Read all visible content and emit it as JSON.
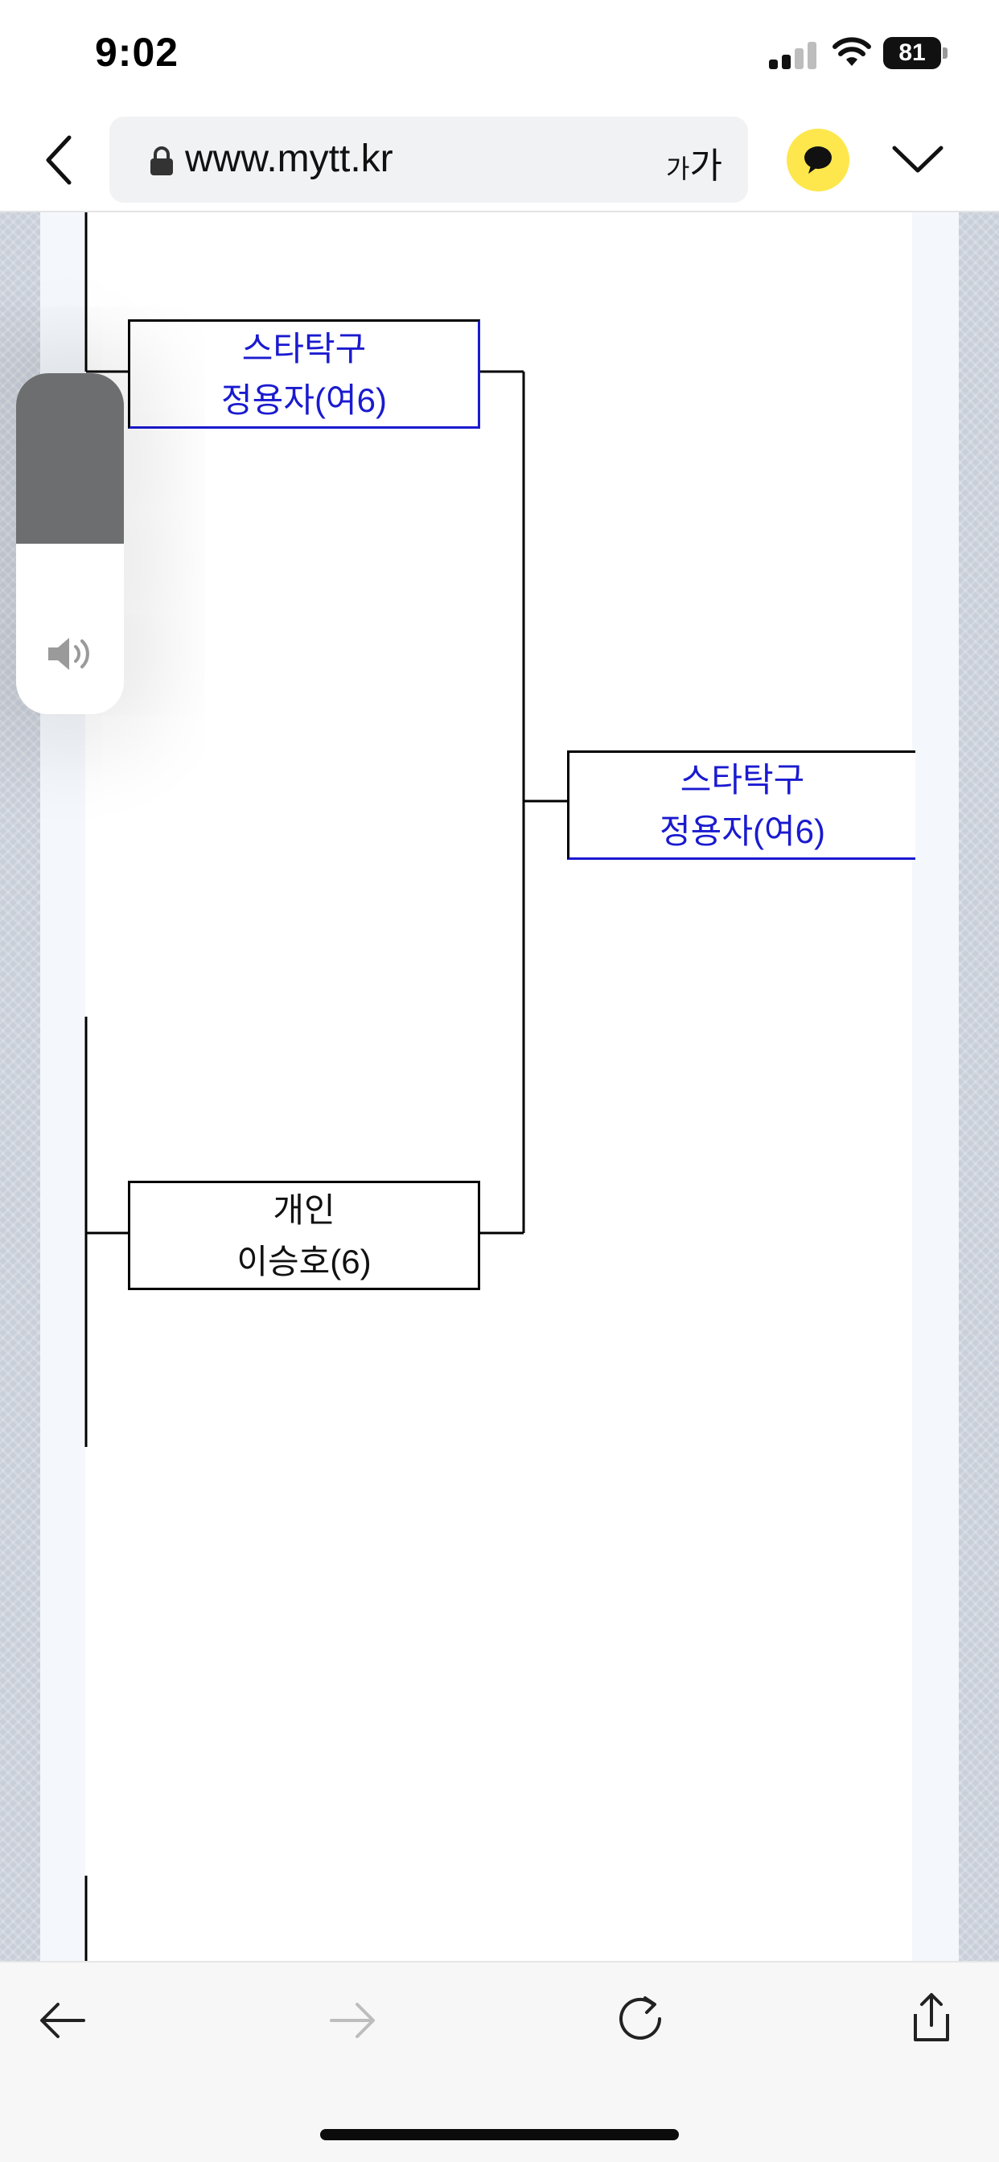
{
  "status_bar": {
    "time": "9:02",
    "battery": "81"
  },
  "browser": {
    "url": "www.mytt.kr",
    "text_size_small": "가",
    "text_size_large": "가"
  },
  "bracket": {
    "matches": [
      {
        "club": "스타탁구",
        "player": "정용자(여6)",
        "winner": true
      },
      {
        "club": "스타탁구",
        "player": "정용자(여6)",
        "winner": true
      },
      {
        "club": "개인",
        "player": "이승호(6)",
        "winner": false
      }
    ]
  },
  "volume": {
    "level": 0.5
  },
  "colors": {
    "winner_text": "#1a1ad0",
    "kakao_yellow": "#fde74c"
  }
}
